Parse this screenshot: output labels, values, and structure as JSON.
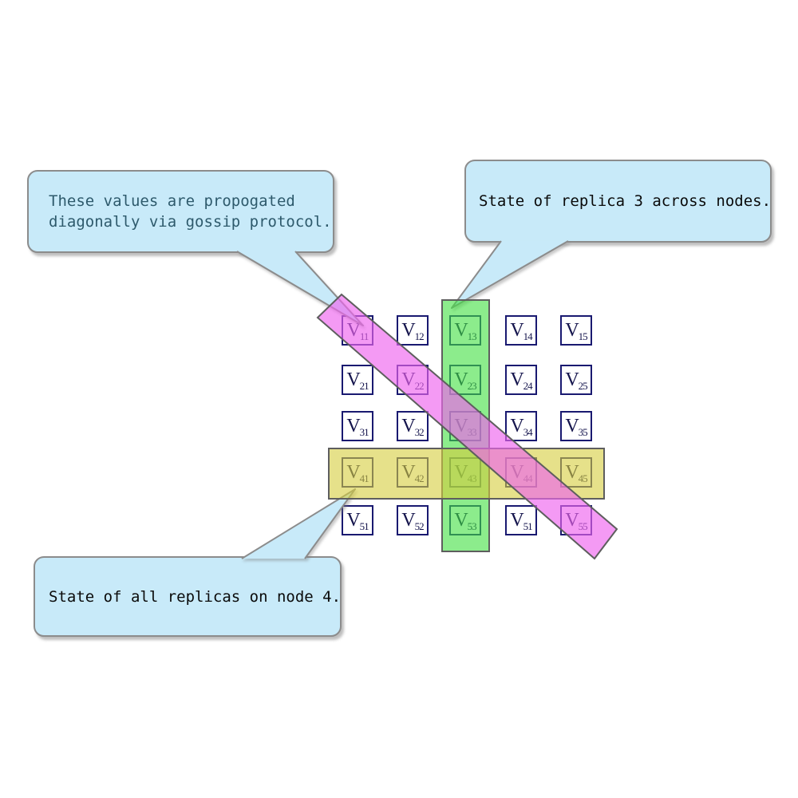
{
  "grid": {
    "cell_base": "V",
    "rows": [
      [
        "11",
        "12",
        "13",
        "14",
        "15"
      ],
      [
        "21",
        "22",
        "23",
        "24",
        "25"
      ],
      [
        "31",
        "32",
        "33",
        "34",
        "35"
      ],
      [
        "41",
        "42",
        "43",
        "44",
        "45"
      ],
      [
        "51",
        "52",
        "53",
        "51",
        "55"
      ]
    ]
  },
  "overlays": {
    "replica_column": {
      "label": "replica-3-column-highlight",
      "fill": "rgba(64,224,64,0.6)",
      "stroke": "#5e5e5e"
    },
    "node_row": {
      "label": "node-4-row-highlight",
      "fill": "rgba(214,205,60,0.6)",
      "stroke": "#5e5e5e"
    },
    "gossip_diagonal": {
      "label": "gossip-diagonal-highlight",
      "fill": "rgba(238,100,238,0.65)",
      "stroke": "#5e5e5e"
    }
  },
  "callouts": [
    {
      "lines": [
        "These values are propogated",
        "diagonally via gossip protocol."
      ],
      "text_color": "#2e5a6c"
    },
    {
      "lines": [
        "State of replica 3 across nodes."
      ],
      "text_color": "#0a0a0a"
    },
    {
      "lines": [
        "State of all replicas on node 4."
      ],
      "text_color": "#0a0a0a"
    }
  ],
  "colors": {
    "background": "#ffffff",
    "callout_fill": "#c8eaf9",
    "callout_border": "#8c8c8c",
    "cell_border": "#191970",
    "cell_text": "#15154d"
  }
}
